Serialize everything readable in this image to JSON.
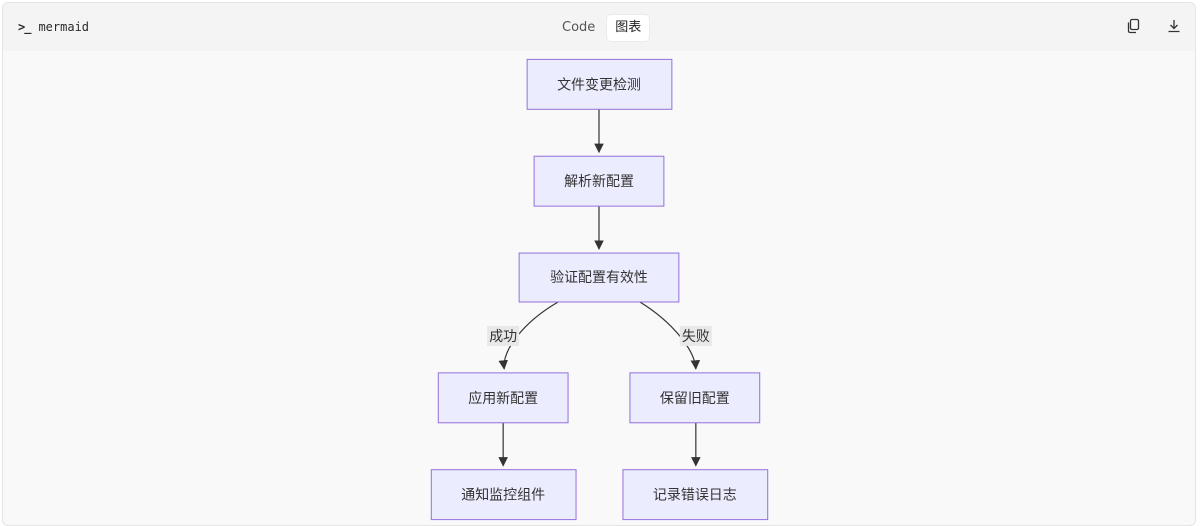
{
  "header": {
    "language": "mermaid",
    "tabs": [
      {
        "label": "Code",
        "active": false
      },
      {
        "label": "图表",
        "active": true
      }
    ],
    "actions": [
      {
        "name": "copy-icon"
      },
      {
        "name": "download-icon"
      }
    ]
  },
  "diagram": {
    "nodes": {
      "detect": "文件变更检测",
      "parse": "解析新配置",
      "validate": "验证配置有效性",
      "apply": "应用新配置",
      "keep": "保留旧配置",
      "notify": "通知监控组件",
      "log": "记录错误日志"
    },
    "edges": {
      "success": "成功",
      "failure": "失败"
    }
  },
  "colors": {
    "node_fill": "#ececff",
    "node_stroke": "#9370db",
    "edge": "#333333",
    "edge_label_bg": "#e8e8e8"
  }
}
